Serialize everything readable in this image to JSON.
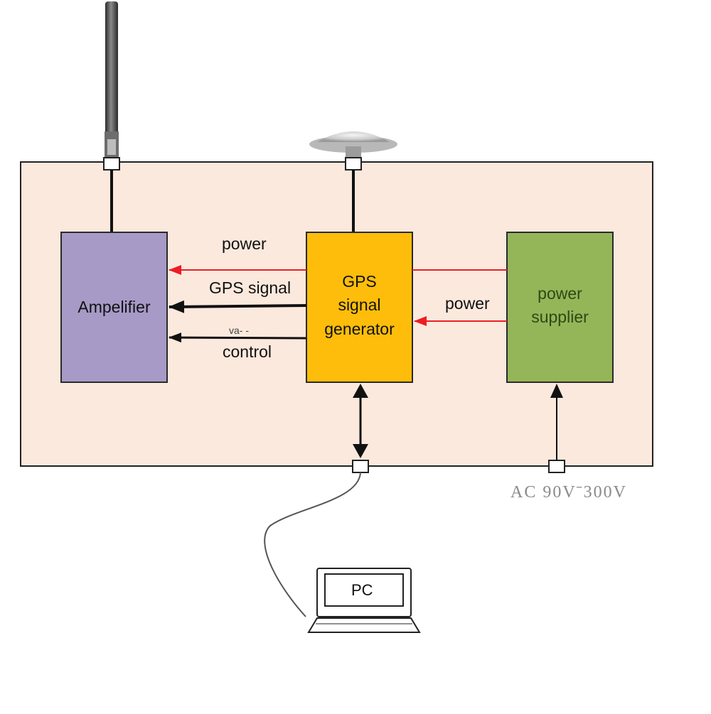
{
  "blocks": {
    "amplifier": {
      "label": "Ampelifier"
    },
    "generator": {
      "label_lines": [
        "GPS",
        "signal",
        "generator"
      ]
    },
    "power_supplier": {
      "label_lines": [
        "power",
        "supplier"
      ]
    }
  },
  "signals": {
    "power_to_amplifier": "power",
    "gps_signal": "GPS signal",
    "control_partial": "va- -",
    "control": "control",
    "power_to_generator": "power"
  },
  "external": {
    "ac_input": "AC 90Vˉ300V",
    "pc": "PC"
  },
  "colors": {
    "enclosure": "#fce9dd",
    "amplifier": "#a79ac6",
    "generator": "#fdbd0a",
    "power_supplier": "#95b559",
    "power_line": "#ee1c24",
    "signal_line": "#111111"
  }
}
